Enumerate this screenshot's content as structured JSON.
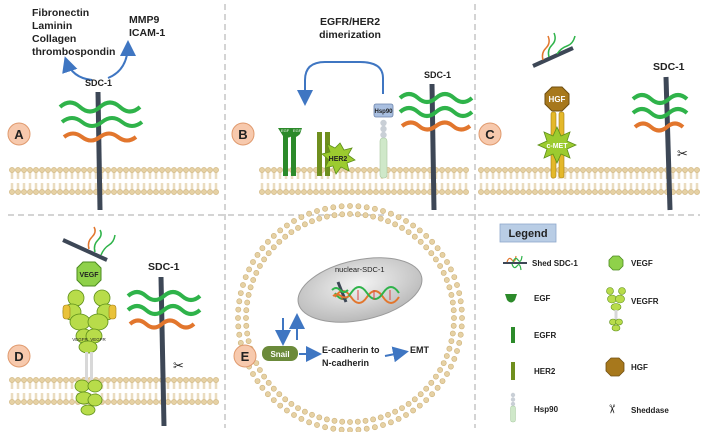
{
  "panels": {
    "A": {
      "letter": "A",
      "ligands": [
        "Fibronectin",
        "Laminin",
        "Collagen",
        "thrombospondin"
      ],
      "proteases": [
        "MMP9",
        "ICAM-1"
      ],
      "sdc_label": "SDC-1"
    },
    "B": {
      "letter": "B",
      "title_lines": [
        "EGFR/HER2",
        "dimerization"
      ],
      "sdc_label": "SDC-1",
      "hsp90_label": "Hsp90",
      "her2_label": "HER2",
      "egf_label_left": "EGF",
      "egf_label_right": "EGF"
    },
    "C": {
      "letter": "C",
      "sdc_label": "SDC-1",
      "hgf_label": "HGF",
      "cmet_label": "c-MET"
    },
    "D": {
      "letter": "D",
      "sdc_label": "SDC-1",
      "vegf_label": "VEGF",
      "vegfr_label_left": "VEGFR",
      "vegfr_label_right": "VEGFR"
    },
    "E": {
      "letter": "E",
      "nuclear_label": "nuclear-SDC-1",
      "snail_label": "Snail",
      "transition_lines": [
        "E-cadherin to",
        "N-cadherin"
      ],
      "emt_label": "EMT"
    }
  },
  "legend": {
    "title": "Legend",
    "items": [
      {
        "label": "Shed SDC-1"
      },
      {
        "label": "VEGF"
      },
      {
        "label": "EGF"
      },
      {
        "label": "VEGFR"
      },
      {
        "label": "EGFR"
      },
      {
        "label": "HER2"
      },
      {
        "label": "HGF"
      },
      {
        "label": "Hsp90"
      },
      {
        "label": "Sheddase"
      }
    ]
  },
  "colors": {
    "green": "#2fb34a",
    "orange": "#e2762d",
    "core_protein": "#3d4756",
    "membrane": "#e6d1a4",
    "dark_green": "#2c8a2a",
    "olive": "#6f8f1e",
    "light_green": "#9ccb2f",
    "hgf": "#a7781c",
    "receptor_gold": "#e4b82a",
    "divider": "#a8a8a8",
    "legend_bg": "#b9cde5",
    "hsp90": "#a9bfe0",
    "arrow": "#3f76c2",
    "snail": "#6b8a3a"
  }
}
